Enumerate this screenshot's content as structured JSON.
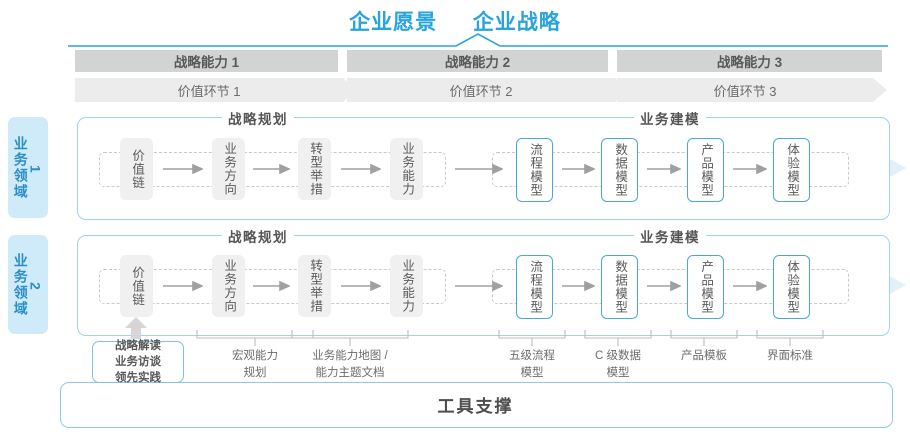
{
  "title": {
    "vision": "企业愿景",
    "strategy": "企业战略",
    "color": "#29a3dc"
  },
  "capabilities": [
    {
      "label": "战略能力 1"
    },
    {
      "label": "战略能力 2"
    },
    {
      "label": "战略能力 3"
    }
  ],
  "value_links": [
    {
      "label": "价值环节 1"
    },
    {
      "label": "价值环节 2"
    },
    {
      "label": "价值环节 3"
    }
  ],
  "domains": [
    {
      "text": "业务领域",
      "num": "1"
    },
    {
      "text": "业务领域",
      "num": "2"
    }
  ],
  "sections": {
    "planning": "战略规划",
    "modeling": "业务建模"
  },
  "nodes": {
    "planning": [
      "价值链",
      "业务方向",
      "转型举措",
      "业务能力"
    ],
    "modeling": [
      "流程模型",
      "数据模型",
      "产品模型",
      "体验模型"
    ]
  },
  "callouts": [
    {
      "lines": [
        "战略解读",
        "业务访谈",
        "领先实践"
      ],
      "boxed": true
    },
    {
      "lines": [
        "宏观能力",
        "规划"
      ],
      "boxed": false
    },
    {
      "lines": [
        "业务能力地图 /",
        "能力主题文档"
      ],
      "boxed": false
    },
    {
      "lines": [
        "五级流程",
        "模型"
      ],
      "boxed": false
    },
    {
      "lines": [
        "C 级数据",
        "模型"
      ],
      "boxed": false
    },
    {
      "lines": [
        "产品模板"
      ],
      "boxed": false
    },
    {
      "lines": [
        "界面标准"
      ],
      "boxed": false
    }
  ],
  "footer": {
    "label": "工具支撑"
  },
  "colors": {
    "accent": "#29a3dc",
    "accent_light": "#9fd4ec",
    "domain_bg": "#cfeaf8",
    "cap_bar": "#d2d4d4",
    "chevron": "#ececec",
    "node_grey": "#f0f0f0",
    "node_blue_border": "#4aa8d8",
    "band": "#e3f1fa"
  }
}
